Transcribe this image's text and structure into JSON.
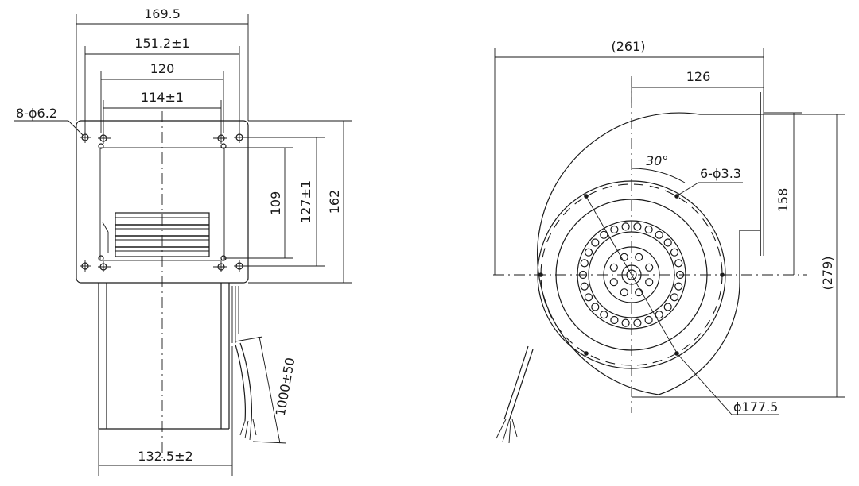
{
  "side_view": {
    "width_overall": "169.5",
    "width_flange": "151.2±1",
    "width_holes_outer": "120",
    "width_holes_inner": "114±1",
    "hole_callout": "8-ϕ6.2",
    "height_inner": "109",
    "height_holes": "127±1",
    "height_overall": "162",
    "cable_length": "1000±50",
    "body_width": "132.5±2"
  },
  "front_view": {
    "outer_width": "(261)",
    "outlet_offset": "126",
    "angle": "30°",
    "hole_callout": "6-ϕ3.3",
    "outlet_height": "158",
    "outer_height": "(279)",
    "diameter": "ϕ177.5"
  }
}
